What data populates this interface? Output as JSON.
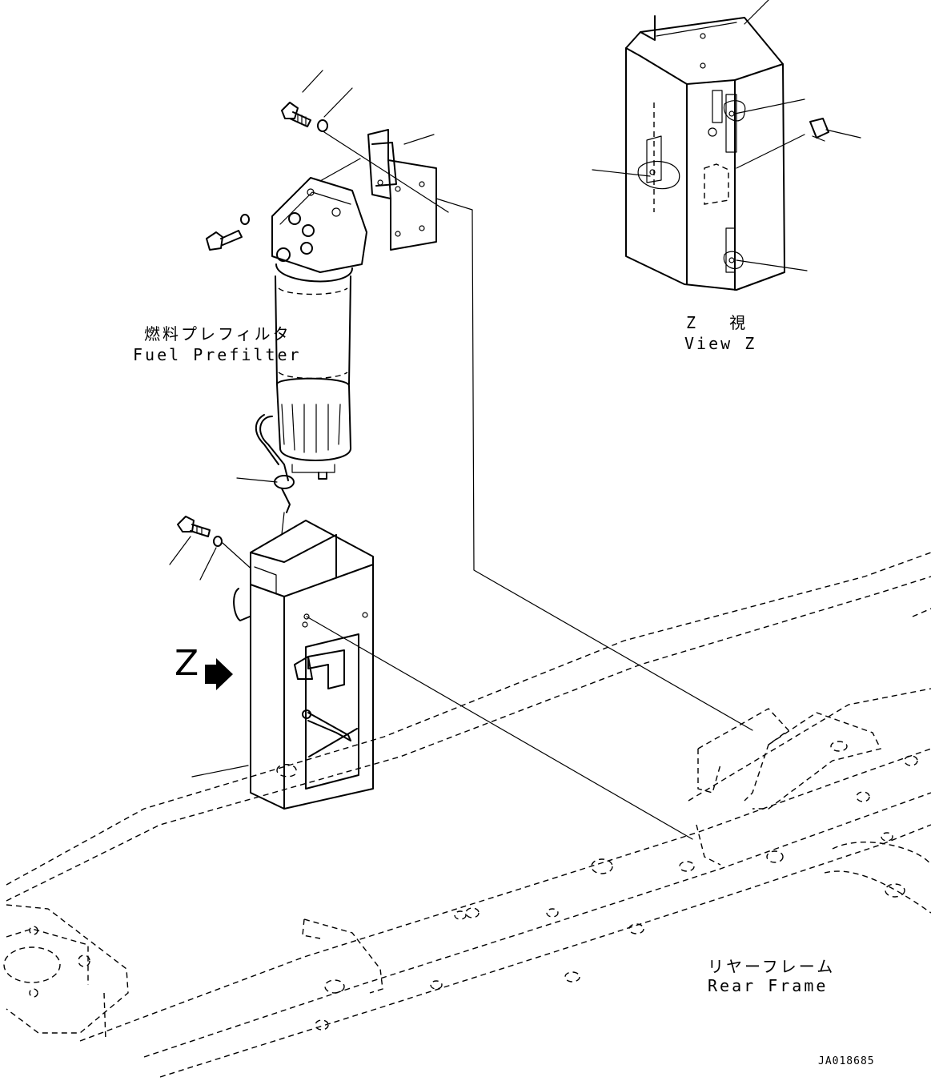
{
  "labels": {
    "fuel_prefilter_jp": "燃料プレフィルタ",
    "fuel_prefilter_en": "Fuel Prefilter",
    "view_z_jp": "Z 視",
    "view_z_en": "View Z",
    "rear_frame_jp": "リヤーフレーム",
    "rear_frame_en": "Rear Frame",
    "z_marker": "Z",
    "drawing_code": "JA018685"
  }
}
